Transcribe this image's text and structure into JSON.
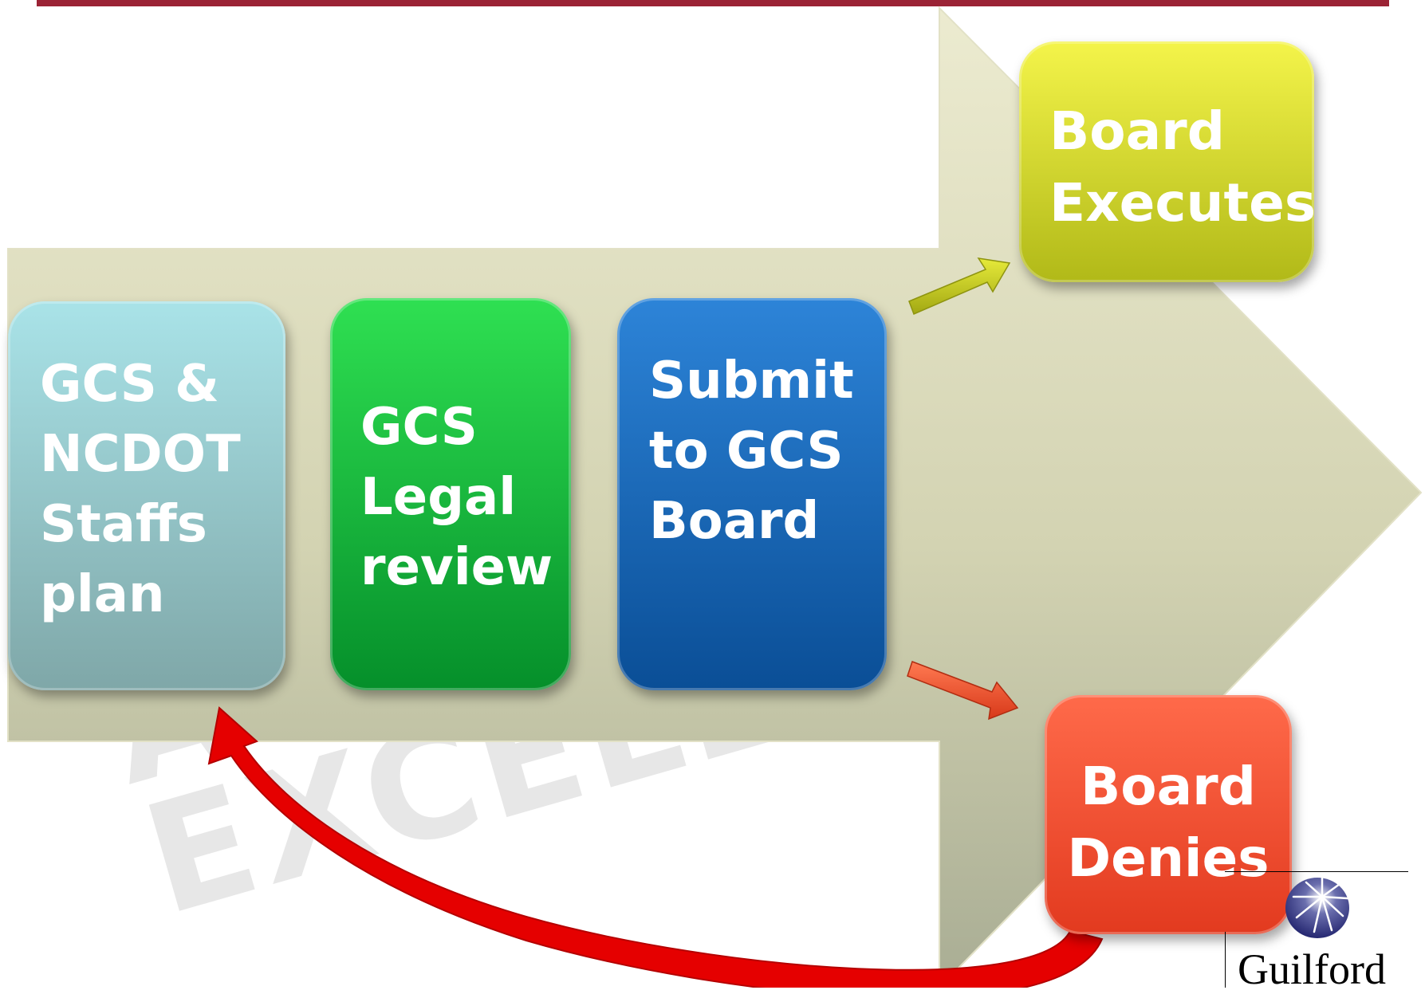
{
  "diagram": {
    "steps": [
      {
        "label": "GCS &\nNCDOT\nStaffs\nplan"
      },
      {
        "label": "GCS\nLegal\nreview"
      },
      {
        "label": "Submit\nto GCS\nBoard"
      }
    ],
    "outcomes": {
      "approve": {
        "label": "Board\nExecutes"
      },
      "deny": {
        "label": "Board\nDenies"
      }
    },
    "watermark": "ACHIEVING.\nEXCELLING.",
    "logo": {
      "wordmark": "Guilford"
    },
    "colors": {
      "accent_bar": "#9b2335",
      "plan_box": "#95c8cc",
      "legal_box": "#12b834",
      "submit_box": "#1668b8",
      "executes_box": "#d6dc2c",
      "denies_box": "#f04b2c",
      "loop_arrow": "#e00000",
      "big_arrow": "#d9d9b4"
    }
  }
}
